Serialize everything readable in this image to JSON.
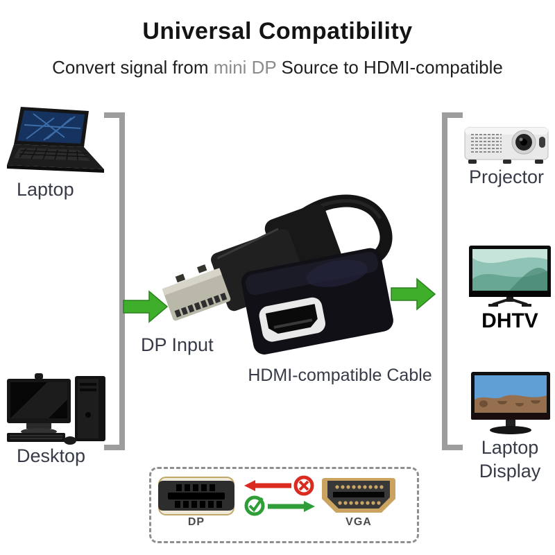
{
  "title": "Universal Compatibility",
  "subtitle": {
    "pre": "Convert signal from ",
    "highlight": "mini DP",
    "post": " Source to HDMI-compatible"
  },
  "sources": {
    "laptop_label": "Laptop",
    "desktop_label": "Desktop"
  },
  "center": {
    "dp_input_label": "DP Input",
    "cable_label": "HDMI-compatible Cable"
  },
  "outputs": {
    "projector_label": "Projector",
    "tv_label": "DHTV",
    "monitor_label_line1": "Laptop",
    "monitor_label_line2": "Display"
  },
  "compat_box": {
    "dp_label": "DP",
    "vga_label": "VGA"
  },
  "colors": {
    "arrow_green": "#3fae2a",
    "check_green": "#2f9e38",
    "cross_red": "#d92b1f",
    "bracket_gray": "#9d9d9d",
    "label_dark": "#373b47",
    "muted_gray": "#8c8c8c"
  }
}
